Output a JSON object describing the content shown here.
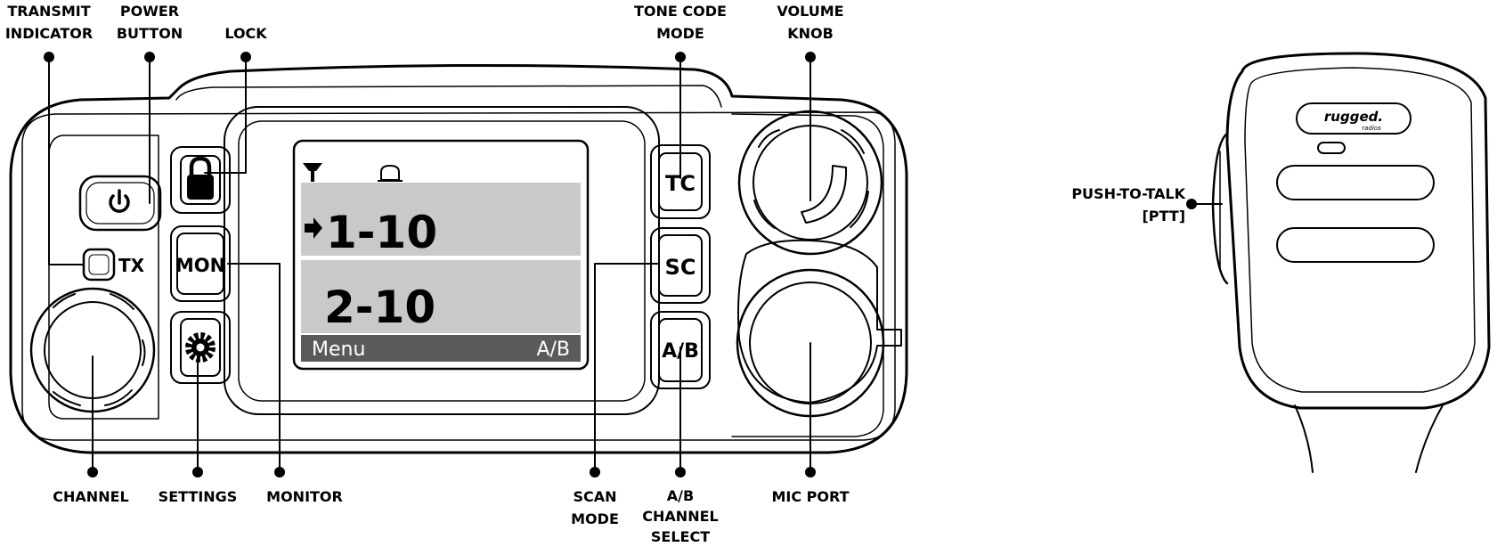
{
  "labels": {
    "transmit_indicator": [
      "TRANSMIT",
      "INDICATOR"
    ],
    "power_button": [
      "POWER",
      "BUTTON"
    ],
    "lock": [
      "LOCK"
    ],
    "tone_code_mode": [
      "TONE CODE",
      "MODE"
    ],
    "volume_knob": [
      "VOLUME",
      "KNOB"
    ],
    "channel": [
      "CHANNEL"
    ],
    "settings": [
      "SETTINGS"
    ],
    "monitor": [
      "MONITOR"
    ],
    "scan_mode": [
      "SCAN",
      "MODE"
    ],
    "ab_channel_select": [
      "A/B",
      "CHANNEL",
      "SELECT"
    ],
    "mic_port": [
      "MIC PORT"
    ],
    "push_to_talk": [
      "PUSH-TO-TALK",
      "[PTT]"
    ]
  },
  "radio": {
    "tx_label": "TX",
    "buttons": {
      "mon": "MON",
      "tc": "TC",
      "sc": "SC",
      "ab": "A/B"
    },
    "display": {
      "channel_a": "1-10",
      "channel_b": "2-10",
      "softkey_left": "Menu",
      "softkey_right": "A/B"
    }
  },
  "mic": {
    "brand": "rugged.",
    "brand_sub": "radios"
  },
  "colors": {
    "display_bg": "#c9c9c9",
    "softkey_bar": "#5a5a5a",
    "ink": "#000000"
  }
}
